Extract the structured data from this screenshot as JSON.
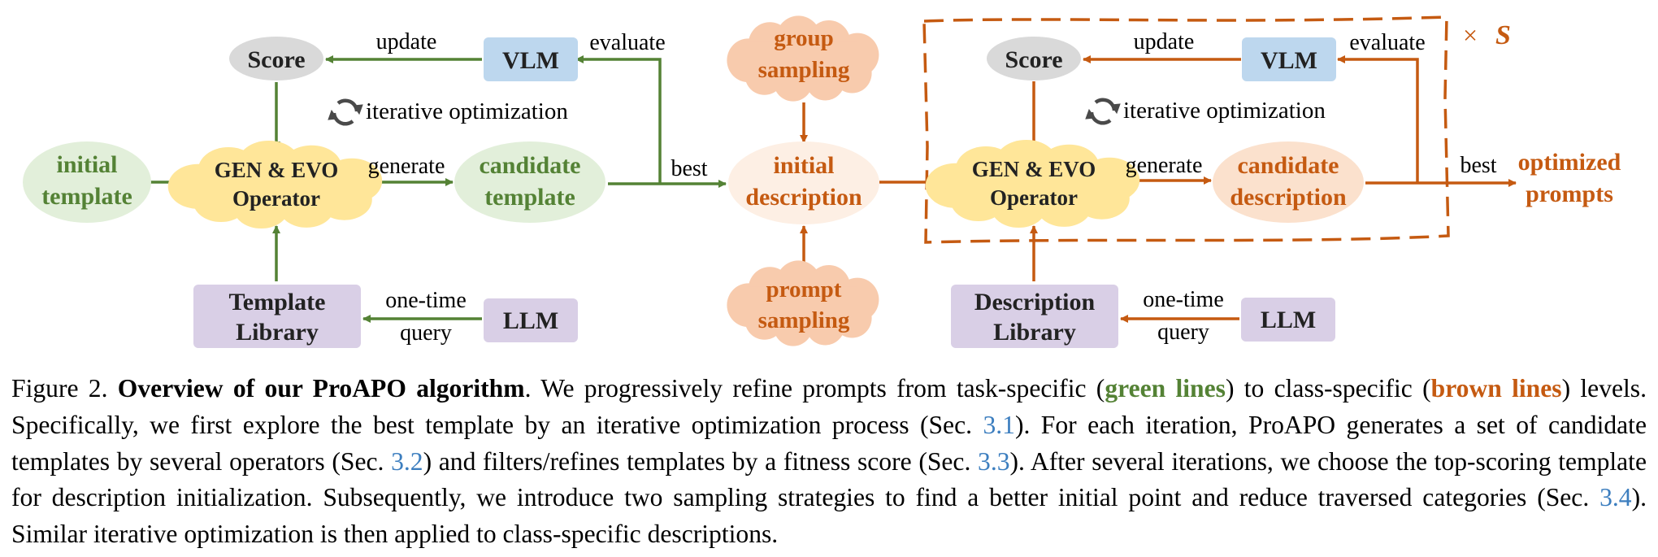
{
  "colors": {
    "green": "#548235",
    "brown": "#c55a11",
    "score_fill": "#d9d9d9",
    "vlm_fill": "#bdd7ee",
    "llm_fill": "#d9cfe6",
    "operator_fill": "#ffe699",
    "green_ellipse_fill": "#e2efda",
    "orange_cloud_fill": "#f8cbad",
    "initial_desc_fill": "#fdefe4",
    "candidate_desc_fill": "#fbe1cd",
    "reference_link": "#3c7ebf"
  },
  "left_stage": {
    "score": "Score",
    "update": "update",
    "vlm": "VLM",
    "evaluate": "evaluate",
    "iterative": "iterative optimization",
    "initial_template": [
      "initial",
      "template"
    ],
    "operator": [
      "GEN & EVO",
      "Operator"
    ],
    "generate": "generate",
    "candidate_template": [
      "candidate",
      "template"
    ],
    "best": "best",
    "library": [
      "Template",
      "Library"
    ],
    "one_time": "one-time",
    "query": "query",
    "llm": "LLM"
  },
  "middle_stage": {
    "group_sampling": [
      "group",
      "sampling"
    ],
    "initial_description": [
      "initial",
      "description"
    ],
    "prompt_sampling": [
      "prompt",
      "sampling"
    ]
  },
  "right_stage": {
    "score": "Score",
    "update": "update",
    "vlm": "VLM",
    "evaluate": "evaluate",
    "repeat_times": "×",
    "repeat_symbol": "S",
    "iterative": "iterative optimization",
    "operator": [
      "GEN & EVO",
      "Operator"
    ],
    "generate": "generate",
    "candidate_description": [
      "candidate",
      "description"
    ],
    "best": "best",
    "optimized_prompts": [
      "optimized",
      "prompts"
    ],
    "library": [
      "Description",
      "Library"
    ],
    "one_time": "one-time",
    "query": "query",
    "llm": "LLM"
  },
  "caption": {
    "figure_label": "Figure 2.",
    "bold_title": "Overview of our ProAPO algorithm",
    "t1": ". We progressively refine prompts from task-specific (",
    "green_lines": "green lines",
    "t2": ") to class-specific (",
    "brown_lines": "brown lines",
    "t3": ") levels. Specifically, we first explore the best template by an iterative optimization process (Sec. ",
    "ref1": "3.1",
    "t4": "). For each iteration, ProAPO generates a set of candidate templates by several operators (Sec. ",
    "ref2": "3.2",
    "t5": ") and filters/refines templates by a fitness score (Sec. ",
    "ref3": "3.3",
    "t6": "). After several iterations, we choose the top-scoring template for description initialization. Subsequently, we introduce two sampling strategies to find a better initial point and reduce traversed categories (Sec. ",
    "ref4": "3.4",
    "t7": "). Similar iterative optimization is then applied to class-specific descriptions."
  }
}
